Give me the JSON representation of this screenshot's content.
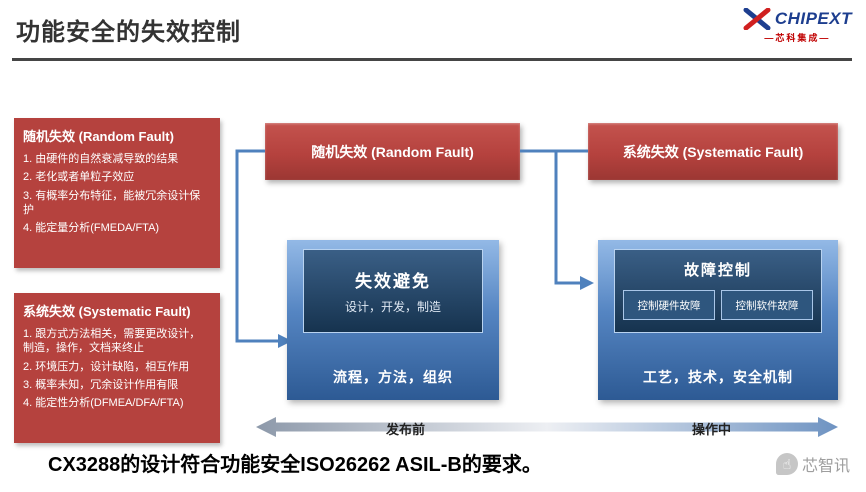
{
  "header": {
    "title": "功能安全的失效控制",
    "logo": {
      "brand": "CHIPEXT",
      "subtitle": "—芯科集成—"
    }
  },
  "panels": [
    {
      "title": "随机失效 (Random Fault)",
      "items": [
        "由硬件的自然衰减导致的结果",
        "老化或者单粒子效应",
        "有概率分布特征，能被冗余设计保护",
        "能定量分析(FMEDA/FTA)"
      ]
    },
    {
      "title": "系统失效 (Systematic Fault)",
      "items": [
        "跟方式方法相关，需要更改设计，制造，操作，文档来终止",
        "环境压力，设计缺陷，相互作用",
        "概率未知，冗余设计作用有限",
        "能定性分析(DFMEA/DFA/FTA)"
      ]
    }
  ],
  "diagram": {
    "random_bar": "随机失效 (Random Fault)",
    "systematic_bar": "系统失效 (Systematic Fault)",
    "avoidance": {
      "title": "失效避免",
      "subtitle": "设计，开发，制造",
      "footer": "流程，方法，组织"
    },
    "control": {
      "title": "故障控制",
      "hw": "控制硬件故障",
      "sw": "控制软件故障",
      "footer": "工艺，技术，安全机制"
    },
    "timeline": {
      "left_label": "发布前",
      "right_label": "操作中"
    }
  },
  "footer": {
    "statement": "CX3288的设计符合功能安全ISO26262 ASIL-B的要求。",
    "watermark": "芯智讯"
  },
  "colors": {
    "red": "#b5423e",
    "steel_blue": "#4f81bd",
    "blue_box_top": "#93b9e6",
    "blue_box_bottom": "#2d5a94",
    "inner_navy": "#16334f"
  }
}
